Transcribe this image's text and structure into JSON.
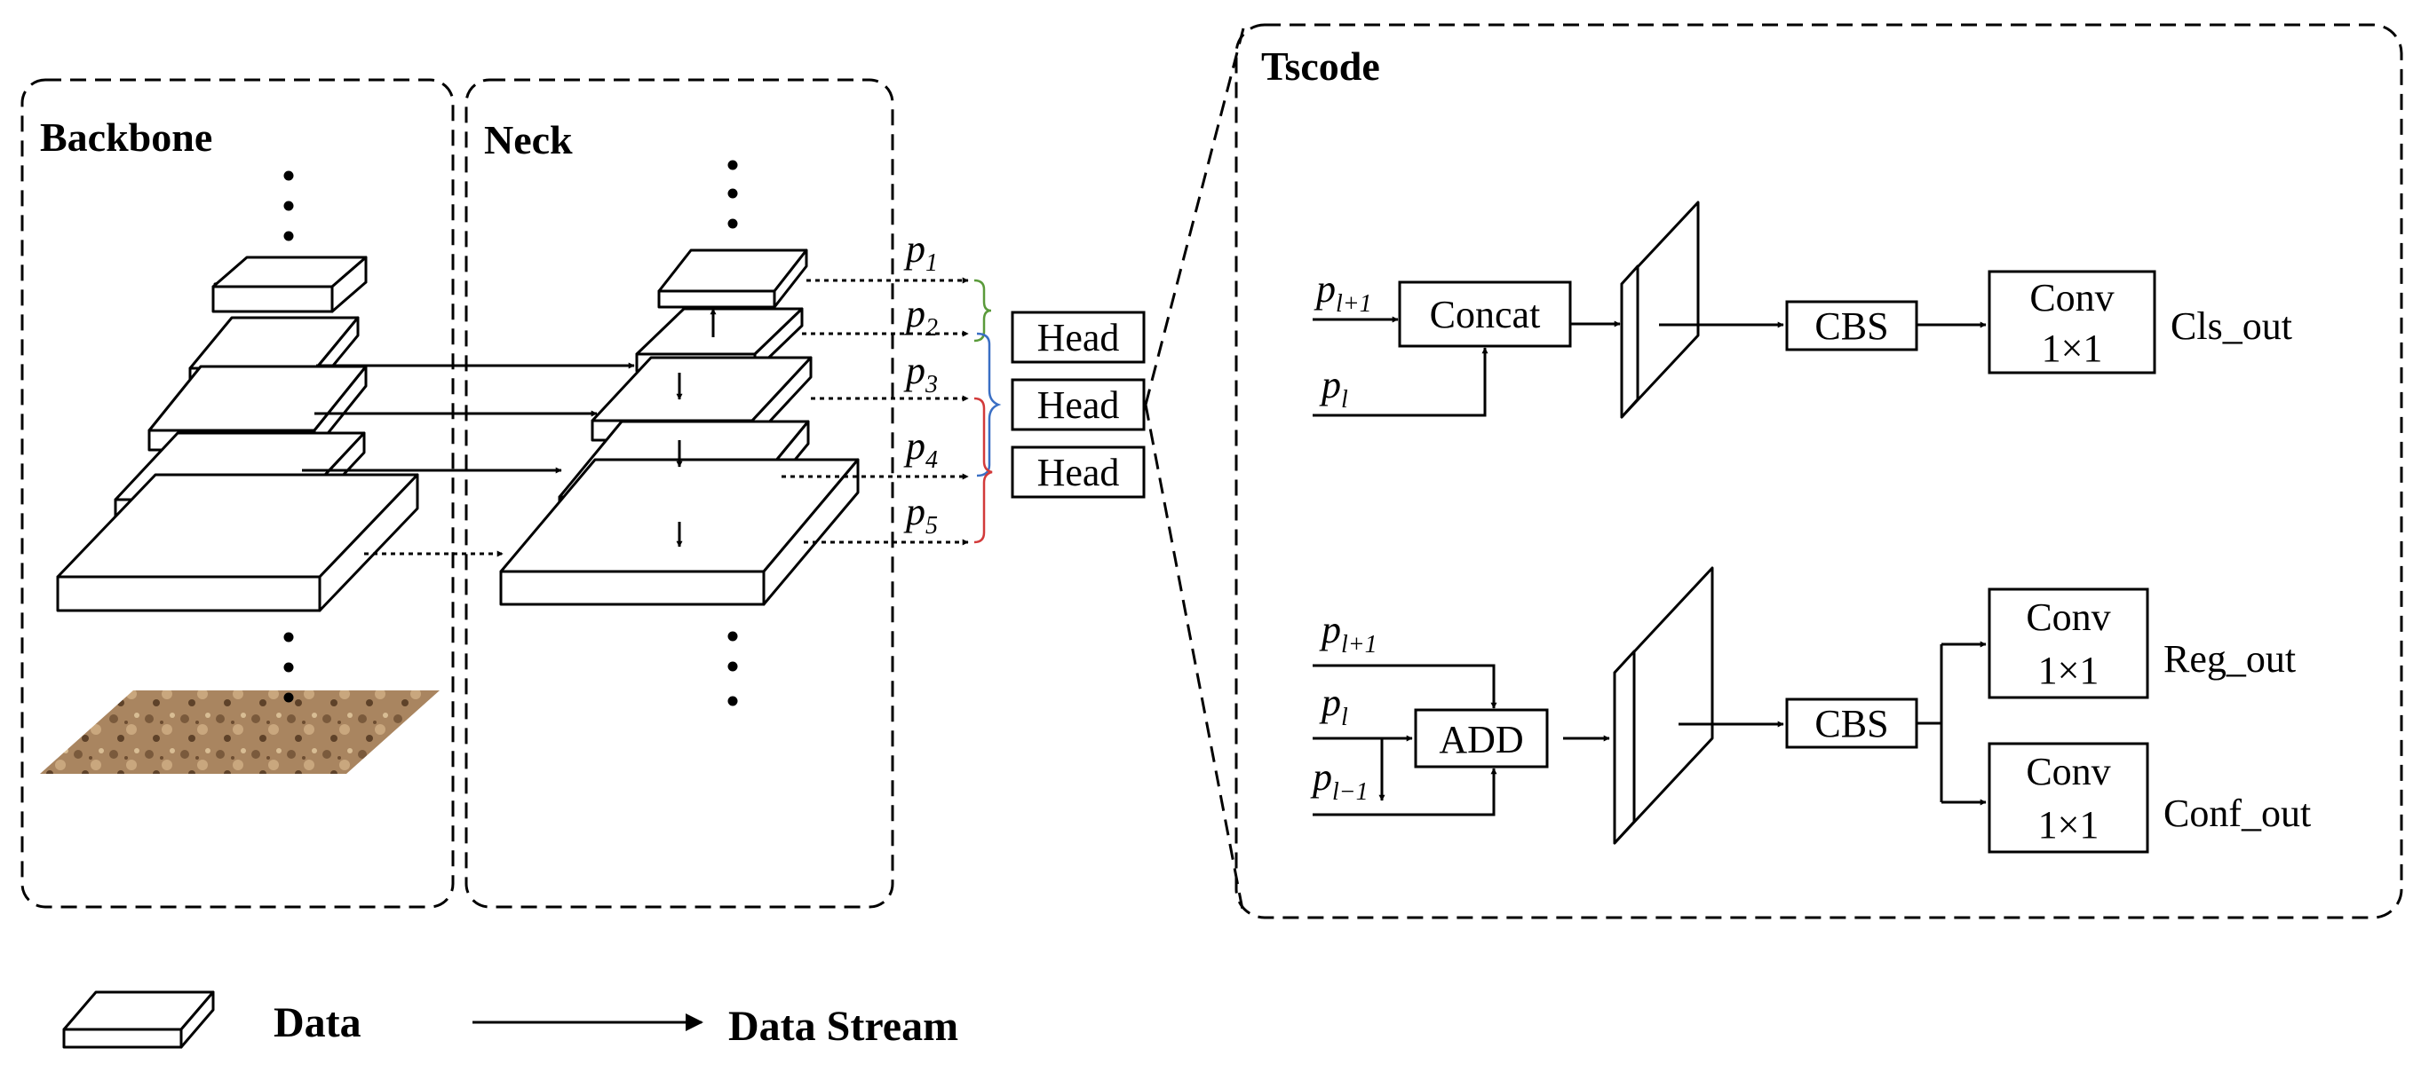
{
  "panels": {
    "backbone": "Backbone",
    "neck": "Neck",
    "tscode": "Tscode"
  },
  "pyramid_levels": [
    {
      "base": "p",
      "sub": "1"
    },
    {
      "base": "p",
      "sub": "2"
    },
    {
      "base": "p",
      "sub": "3"
    },
    {
      "base": "p",
      "sub": "4"
    },
    {
      "base": "p",
      "sub": "5"
    }
  ],
  "heads": [
    "Head",
    "Head",
    "Head"
  ],
  "cls_branch": {
    "in_top": {
      "base": "p",
      "sub": "l+1"
    },
    "in_bottom": {
      "base": "p",
      "sub": "l"
    },
    "merge": "Concat",
    "cbs": "CBS",
    "conv": [
      "Conv",
      "1×1"
    ],
    "output": "Cls_out"
  },
  "reg_branch": {
    "in_top": {
      "base": "p",
      "sub": "l+1"
    },
    "in_mid": {
      "base": "p",
      "sub": "l"
    },
    "in_bottom": {
      "base": "p",
      "sub": "l−1"
    },
    "merge": "ADD",
    "cbs": "CBS",
    "conv_reg": [
      "Conv",
      "1×1"
    ],
    "conv_conf": [
      "Conv",
      "1×1"
    ],
    "output_reg": "Reg_out",
    "output_conf": "Conf_out"
  },
  "legend": {
    "data": "Data",
    "stream": "Data Stream"
  },
  "colors": {
    "brace_green": "#5a9a3a",
    "brace_blue": "#3a6fc4",
    "brace_red": "#d23a3a",
    "texture": "#a98560"
  }
}
